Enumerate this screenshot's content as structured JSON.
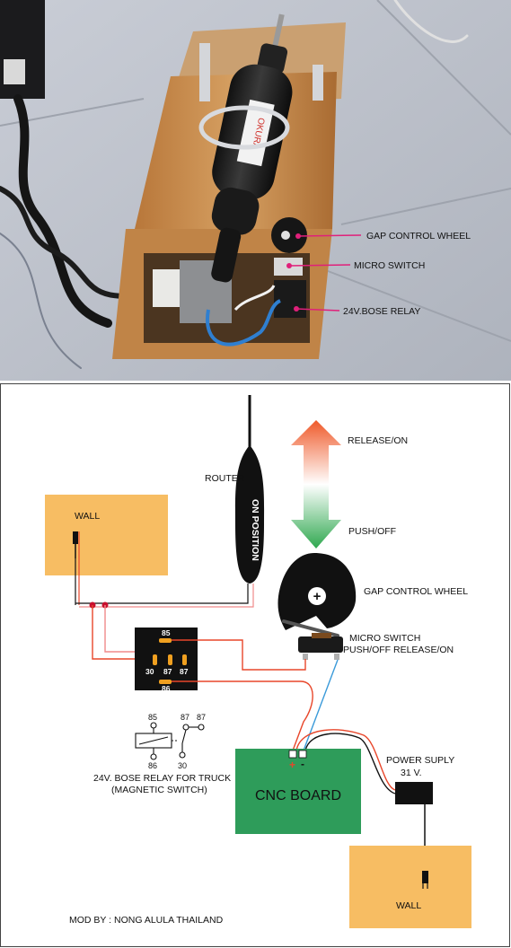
{
  "photo": {
    "labels": {
      "gap_wheel": "GAP CONTROL WHEEL",
      "micro_switch": "MICRO SWITCH",
      "relay": "24V.BOSE RELAY"
    },
    "router_brand": "OKURA"
  },
  "diagram": {
    "labels": {
      "release_on": "RELEASE/ON",
      "push_off": "PUSH/OFF",
      "router": "ROUTER",
      "on_position": "ON POSITION",
      "wall_top": "WALL",
      "gap_wheel": "GAP CONTROL WHEEL",
      "micro_switch": "MICRO SWITCH",
      "micro_switch_modes": "PUSH/OFF  RELEASE/ON",
      "relay_caption_1": "24V. BOSE RELAY FOR TRUCK",
      "relay_caption_2": "(MAGNETIC SWITCH)",
      "cnc_board": "CNC BOARD",
      "power_supply_1": "POWER SUPLY",
      "power_supply_2": "31 V.",
      "wall_bottom": "WALL",
      "credit": "MOD BY : NONG ALULA  THAILAND",
      "plus": "+",
      "minus": "-"
    },
    "relay_pins": {
      "p85": "85",
      "p30": "30",
      "p87a": "87",
      "p87b": "87",
      "p86": "86"
    },
    "symbol_pins": {
      "p85": "85",
      "p87a": "87",
      "p87b": "87",
      "p86": "86",
      "p30": "30"
    },
    "colors": {
      "wall": "#f7bd63",
      "cnc_board": "#2e9c5a",
      "arrow_up": "#ef5a2a",
      "arrow_down": "#2fa84f",
      "wire_red": "#e8462a",
      "wire_pink": "#f08a8a",
      "wire_blue": "#3a9ad9",
      "pin_orange": "#f0a020"
    }
  }
}
